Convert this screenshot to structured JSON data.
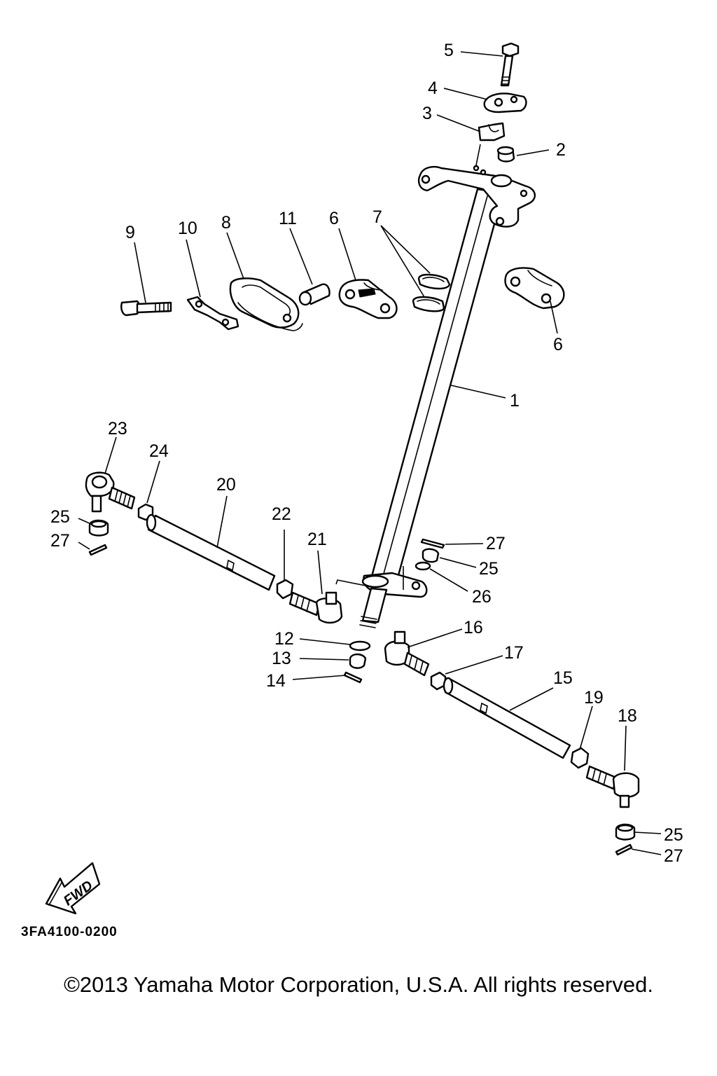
{
  "diagram": {
    "callouts": [
      {
        "id": "c5",
        "text": "5"
      },
      {
        "id": "c4",
        "text": "4"
      },
      {
        "id": "c3",
        "text": "3"
      },
      {
        "id": "c2",
        "text": "2"
      },
      {
        "id": "c9",
        "text": "9"
      },
      {
        "id": "c10",
        "text": "10"
      },
      {
        "id": "c8",
        "text": "8"
      },
      {
        "id": "c11",
        "text": "11"
      },
      {
        "id": "c6a",
        "text": "6"
      },
      {
        "id": "c7",
        "text": "7"
      },
      {
        "id": "c6b",
        "text": "6"
      },
      {
        "id": "c1",
        "text": "1"
      },
      {
        "id": "c23",
        "text": "23"
      },
      {
        "id": "c24",
        "text": "24"
      },
      {
        "id": "c20",
        "text": "20"
      },
      {
        "id": "c25a",
        "text": "25"
      },
      {
        "id": "c27a",
        "text": "27"
      },
      {
        "id": "c22",
        "text": "22"
      },
      {
        "id": "c21",
        "text": "21"
      },
      {
        "id": "c27b",
        "text": "27"
      },
      {
        "id": "c25b",
        "text": "25"
      },
      {
        "id": "c26",
        "text": "26"
      },
      {
        "id": "c16",
        "text": "16"
      },
      {
        "id": "c12",
        "text": "12"
      },
      {
        "id": "c13",
        "text": "13"
      },
      {
        "id": "c17",
        "text": "17"
      },
      {
        "id": "c14",
        "text": "14"
      },
      {
        "id": "c15",
        "text": "15"
      },
      {
        "id": "c19",
        "text": "19"
      },
      {
        "id": "c18",
        "text": "18"
      },
      {
        "id": "c25c",
        "text": "25"
      },
      {
        "id": "c27c",
        "text": "27"
      }
    ],
    "fwd_label": "FWD",
    "figure_code": "3FA4100-0200"
  },
  "footer": {
    "copyright": "©2013 Yamaha Motor Corporation, U.S.A. All rights reserved."
  }
}
